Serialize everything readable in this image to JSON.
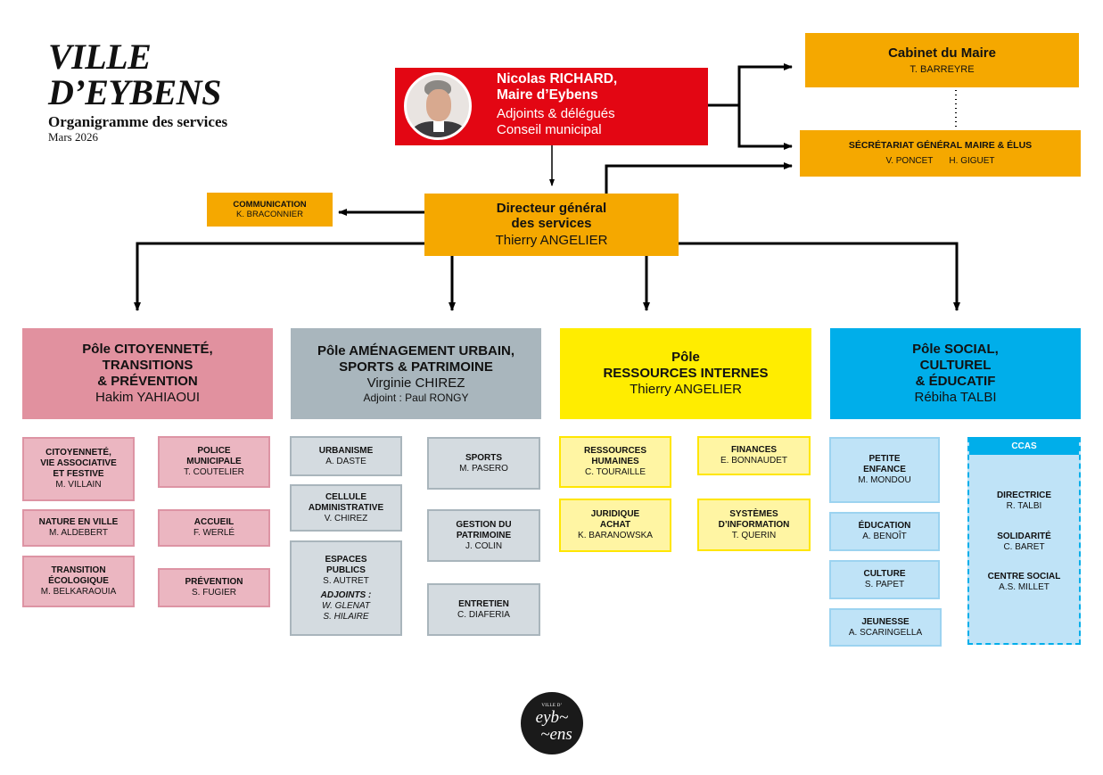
{
  "header": {
    "title_line1": "VILLE",
    "title_line2": "D’EYBENS",
    "subtitle": "Organigramme des services",
    "date": "Mars 2026"
  },
  "mayor": {
    "name": "Nicolas RICHARD,",
    "role": "Maire d’Eybens",
    "line1": "Adjoints & délégués",
    "line2": "Conseil municipal",
    "color": "#e30613"
  },
  "cabinet": {
    "title": "Cabinet du Maire",
    "name": "T. BARREYRE"
  },
  "secretariat": {
    "title": "SÉCRÉTARIAT GÉNÉRAL MAIRE & ÉLUS",
    "names": [
      "V. PONCET",
      "H. GIGUET"
    ]
  },
  "communication": {
    "title": "COMMUNICATION",
    "name": "K. BRACONNIER"
  },
  "dgs": {
    "title_line1": "Directeur général",
    "title_line2": "des services",
    "name": "Thierry ANGELIER"
  },
  "colors": {
    "orange": "#f5a800",
    "pole_citoyennete": "#e1919f",
    "pole_amenagement": "#a9b6bd",
    "pole_ressources": "#ffed00",
    "pole_social": "#00aeea"
  },
  "poles": [
    {
      "title_lines": [
        "Pôle CITOYENNETÉ,",
        "TRANSITIONS",
        "& PRÉVENTION"
      ],
      "head": "Hakim YAHIAOUI",
      "services": [
        {
          "title_lines": [
            "CITOYENNETÉ,",
            "VIE ASSOCIATIVE",
            "ET FESTIVE"
          ],
          "name": "M. VILLAIN"
        },
        {
          "title_lines": [
            "NATURE EN VILLE"
          ],
          "name": "M. ALDEBERT"
        },
        {
          "title_lines": [
            "TRANSITION",
            "ÉCOLOGIQUE"
          ],
          "name": "M. BELKARAOUIA"
        },
        {
          "title_lines": [
            "POLICE",
            "MUNICIPALE"
          ],
          "name": "T. COUTELIER"
        },
        {
          "title_lines": [
            "ACCUEIL"
          ],
          "name": "F. WERLÉ"
        },
        {
          "title_lines": [
            "PRÉVENTION"
          ],
          "name": "S. FUGIER"
        }
      ]
    },
    {
      "title_lines": [
        "Pôle AMÉNAGEMENT URBAIN,",
        "SPORTS & PATRIMOINE"
      ],
      "head": "Virginie CHIREZ",
      "deputy": "Adjoint : Paul RONGY",
      "services": [
        {
          "title_lines": [
            "URBANISME"
          ],
          "name": "A. DASTE"
        },
        {
          "title_lines": [
            "CELLULE",
            "ADMINISTRATIVE"
          ],
          "name": "V. CHIREZ"
        },
        {
          "title_lines": [
            "ESPACES",
            "PUBLICS"
          ],
          "name": "S. AUTRET",
          "deputies_label": "ADJOINTS :",
          "deputies": [
            "W. GLENAT",
            "S. HILAIRE"
          ]
        },
        {
          "title_lines": [
            "SPORTS"
          ],
          "name": "M. PASERO"
        },
        {
          "title_lines": [
            "GESTION DU",
            "PATRIMOINE"
          ],
          "name": "J. COLIN"
        },
        {
          "title_lines": [
            "ENTRETIEN"
          ],
          "name": "C. DIAFERIA"
        }
      ]
    },
    {
      "title_lines": [
        "Pôle",
        "RESSOURCES INTERNES"
      ],
      "head": "Thierry ANGELIER",
      "services": [
        {
          "title_lines": [
            "RESSOURCES",
            "HUMAINES"
          ],
          "name": "C. TOURAILLE"
        },
        {
          "title_lines": [
            "JURIDIQUE",
            "ACHAT"
          ],
          "name": "K. BARANOWSKA"
        },
        {
          "title_lines": [
            "FINANCES"
          ],
          "name": "E. BONNAUDET"
        },
        {
          "title_lines": [
            "SYSTÈMES",
            "D’INFORMATION"
          ],
          "name": "T. QUERIN"
        }
      ]
    },
    {
      "title_lines": [
        "Pôle SOCIAL,",
        "CULTUREL",
        "& ÉDUCATIF"
      ],
      "head": "Rébiha TALBI",
      "services": [
        {
          "title_lines": [
            "PETITE",
            "ENFANCE"
          ],
          "name": "M. MONDOU"
        },
        {
          "title_lines": [
            "ÉDUCATION"
          ],
          "name": "A. BENOÎT"
        },
        {
          "title_lines": [
            "CULTURE"
          ],
          "name": "S. PAPET"
        },
        {
          "title_lines": [
            "JEUNESSE"
          ],
          "name": "A. SCARINGELLA"
        }
      ],
      "ccas": {
        "title": "CCAS",
        "items": [
          {
            "title": "DIRECTRICE",
            "name": "R. TALBI"
          },
          {
            "title": "SOLIDARITÉ",
            "name": "C. BARET"
          },
          {
            "title": "CENTRE SOCIAL",
            "name": "A.S. MILLET"
          }
        ]
      }
    }
  ],
  "logo": {
    "small": "VILLE D’",
    "line1": "eyb~",
    "line2": "~ens"
  }
}
